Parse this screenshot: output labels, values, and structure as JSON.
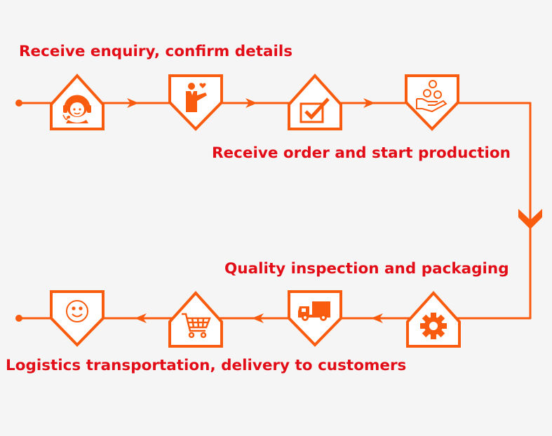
{
  "steps": [
    {
      "label": "Receive enquiry, confirm details"
    },
    {
      "label": "Receive order and start production"
    },
    {
      "label": "Quality inspection and packaging"
    },
    {
      "label": "Logistics transportation, delivery to customers"
    }
  ],
  "stations_row1": [
    "headset-agent-icon",
    "handshake-offer-icon",
    "checkbox-confirm-icon",
    "hand-coins-payment-icon"
  ],
  "stations_row2": [
    "gear-production-icon",
    "delivery-truck-icon",
    "shopping-cart-icon",
    "smiley-customer-icon"
  ],
  "colors": {
    "accent": "#fa5c0f",
    "text": "#e30d17",
    "background": "#f5f5f5"
  }
}
